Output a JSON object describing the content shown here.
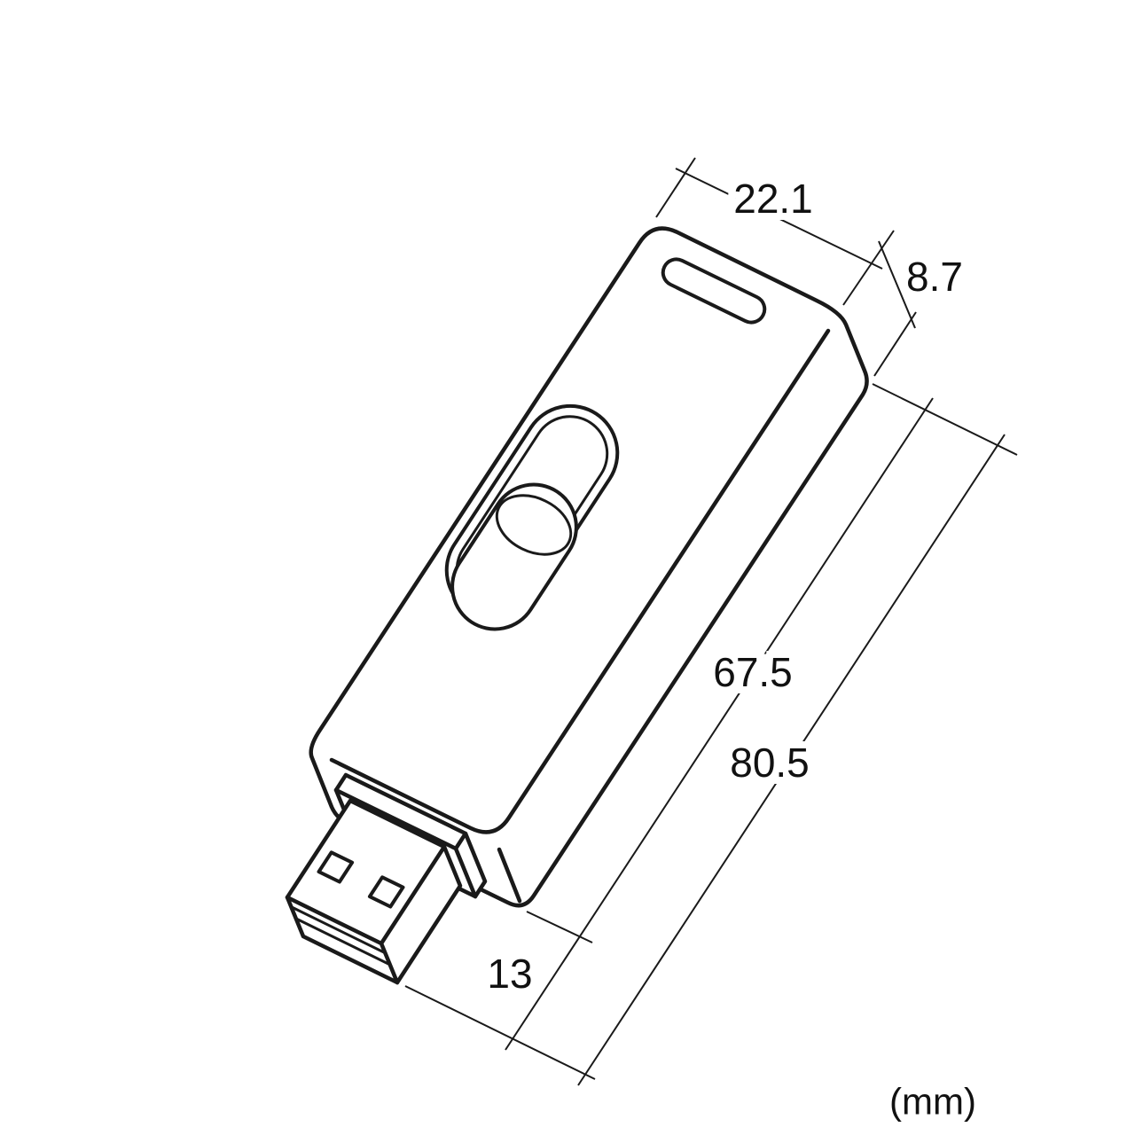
{
  "diagram": {
    "subject": "USB flash drive dimensional drawing",
    "unit_label": "(mm)",
    "dimensions": {
      "body_width": "22.1",
      "body_thickness": "8.7",
      "body_length": "67.5",
      "total_length": "80.5",
      "connector_length": "13"
    },
    "colors": {
      "line": "#1a1a1a",
      "background": "#ffffff"
    }
  }
}
